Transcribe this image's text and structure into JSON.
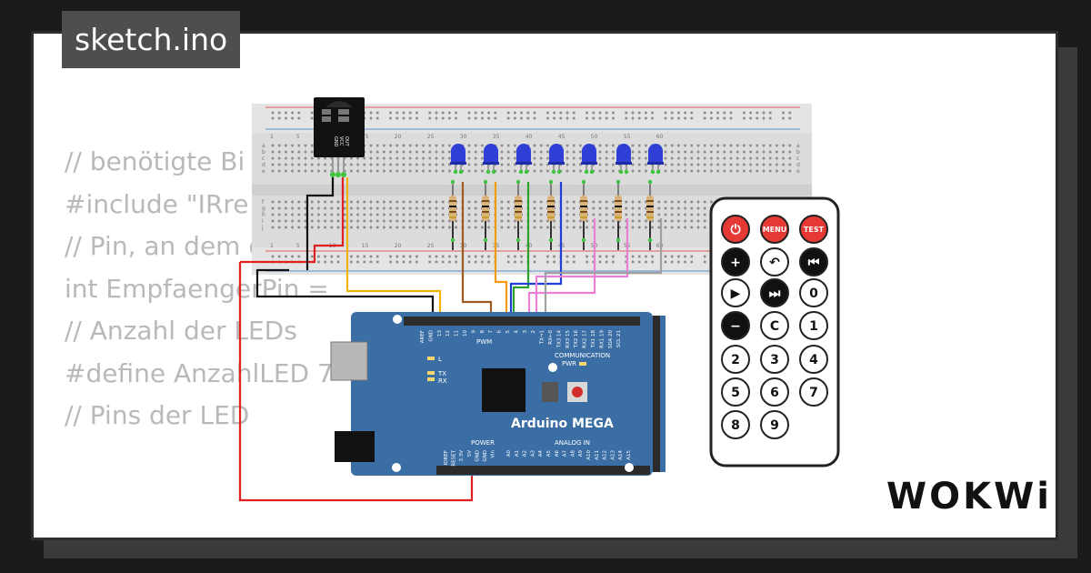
{
  "header": {
    "file_name": "sketch.ino"
  },
  "code_lines": [
    "// benötigte Bi",
    "#include \"IRre",
    "",
    "// Pin, an dem der Infrarot-Empfänger angeschlo",
    "int EmpfaengerPin = ",
    "",
    "// Anzahl der LEDs",
    "#define AnzahlLED 7",
    "",
    "// Pins der LED"
  ],
  "brand": {
    "logo": "WOKWi"
  },
  "arduino": {
    "name": "Arduino MEGA",
    "pwm_label": "PWM",
    "communication_label": "COMMUNICATION",
    "power_label": "POWER",
    "analog_label": "ANALOG IN",
    "pwr_label": "PWR",
    "led_l": "L",
    "led_tx": "TX",
    "led_rx": "RX",
    "top_pins": [
      "AREF",
      "GND",
      "13",
      "12",
      "11",
      "10",
      "9",
      "8",
      "7",
      "6",
      "5",
      "4",
      "3",
      "2",
      "TX→1",
      "RX←0",
      "TX3 14",
      "RX3 15",
      "TX2 16",
      "RX2 17",
      "TX1 18",
      "RX1 19",
      "SDA 20",
      "SCL 21"
    ],
    "power_pins": [
      "IOREF",
      "RESET",
      "3.3V",
      "5V",
      "GND",
      "GND",
      "Vin"
    ],
    "analog_pins": [
      "A0",
      "A1",
      "A2",
      "A3",
      "A4",
      "A5",
      "A6",
      "A7",
      "A8",
      "A9",
      "A10",
      "A11",
      "A12",
      "A13",
      "A14",
      "A15"
    ]
  },
  "ir_receiver": {
    "pin_labels": [
      "GND",
      "VCC",
      "OUT"
    ]
  },
  "breadboard": {
    "row_labels_top": [
      "a",
      "b",
      "c",
      "d",
      "e"
    ],
    "row_labels_bottom": [
      "f",
      "g",
      "h",
      "i",
      "j"
    ],
    "column_numbers": [
      "1",
      "5",
      "10",
      "15",
      "20",
      "25",
      "30",
      "35",
      "40",
      "45",
      "50",
      "55",
      "60"
    ]
  },
  "remote": {
    "buttons": [
      {
        "label": "⏻",
        "color": "#e53935"
      },
      {
        "label": "MENU",
        "color": "#e53935"
      },
      {
        "label": "TEST",
        "color": "#e53935"
      },
      {
        "label": "+",
        "color": "#111111"
      },
      {
        "label": "↶",
        "color": "#ffffff"
      },
      {
        "label": "⏮",
        "color": "#111111"
      },
      {
        "label": "▶",
        "color": "#ffffff"
      },
      {
        "label": "⏭",
        "color": "#111111"
      },
      {
        "label": "0",
        "color": "#ffffff"
      },
      {
        "label": "−",
        "color": "#111111"
      },
      {
        "label": "C",
        "color": "#ffffff"
      },
      {
        "label": "1",
        "color": "#ffffff"
      },
      {
        "label": "2",
        "color": "#ffffff"
      },
      {
        "label": "3",
        "color": "#ffffff"
      },
      {
        "label": "4",
        "color": "#ffffff"
      },
      {
        "label": "5",
        "color": "#ffffff"
      },
      {
        "label": "6",
        "color": "#ffffff"
      },
      {
        "label": "7",
        "color": "#ffffff"
      },
      {
        "label": "8",
        "color": "#ffffff"
      },
      {
        "label": "9",
        "color": "#ffffff"
      }
    ]
  },
  "colors": {
    "board": "#3a6ea5",
    "led": "#2f3fd6",
    "wire_black": "#111111",
    "wire_red": "#e02020",
    "wire_yellow": "#f0b400",
    "wire_brown": "#9c5a25",
    "wire_orange": "#f39c12",
    "wire_green": "#2ca02c",
    "wire_blue": "#1f3fd6",
    "wire_pink": "#e97fd6",
    "wire_gray": "#a0a0a0"
  }
}
